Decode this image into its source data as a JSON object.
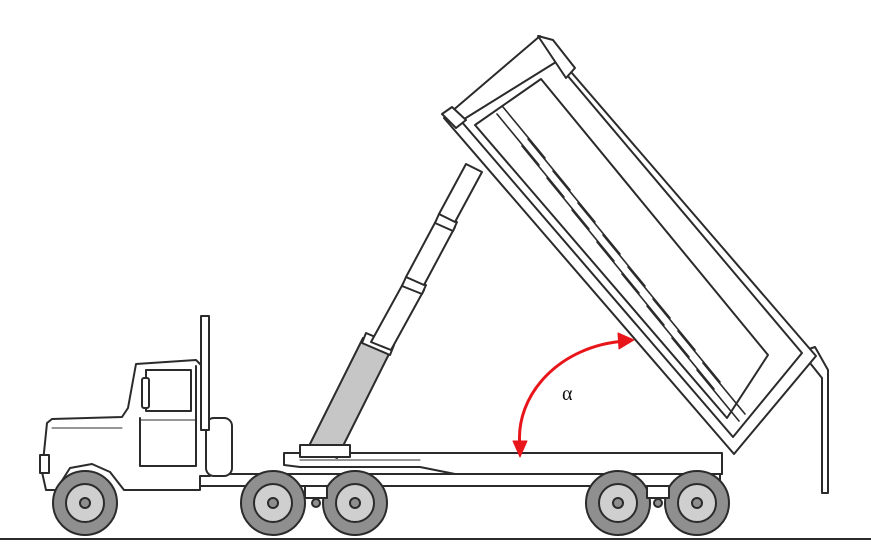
{
  "figure": {
    "angle_symbol": "α"
  },
  "colors": {
    "line": "#2b2b2b",
    "angle_arc": "#e8161b",
    "piston": "#c6c6c6",
    "tire": "#8f8f8f",
    "rim": "#cfcfcf",
    "background": "#ffffff"
  },
  "parts": [
    "cab",
    "exhaust-stack",
    "chassis-frame",
    "hydraulic-ram",
    "dump-body",
    "tailgate",
    "wheels",
    "ground"
  ]
}
